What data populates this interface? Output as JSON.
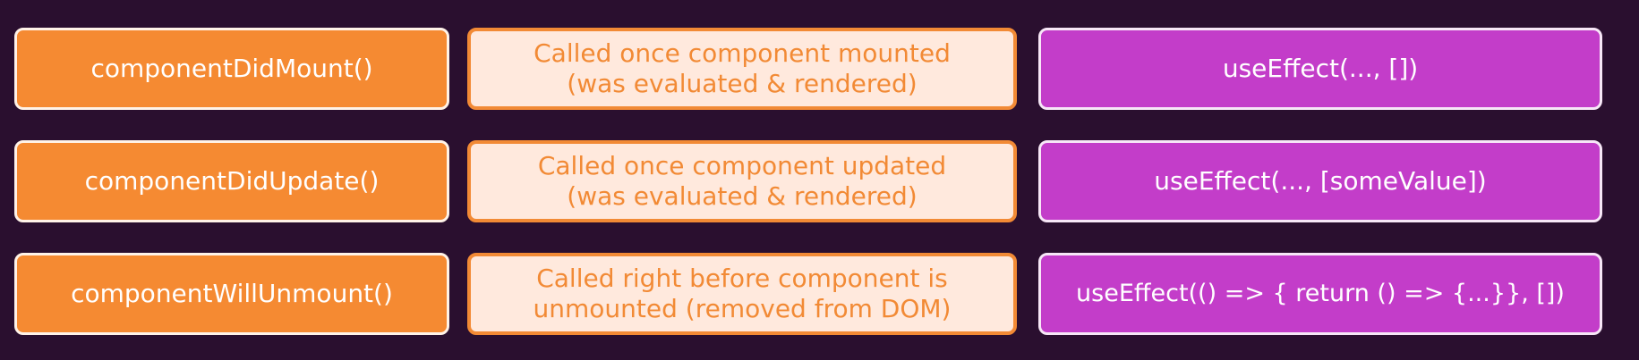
{
  "rows": [
    {
      "lifecycle_method": "componentDidMount()",
      "description": "Called once component mounted\n(was evaluated & rendered)",
      "hook": "useEffect(..., [])"
    },
    {
      "lifecycle_method": "componentDidUpdate()",
      "description": "Called once component updated\n(was evaluated & rendered)",
      "hook": "useEffect(..., [someValue])"
    },
    {
      "lifecycle_method": "componentWillUnmount()",
      "description": "Called right before component is\nunmounted (removed from DOM)",
      "hook": "useEffect(() => { return () => {...}}, [])"
    }
  ],
  "colors": {
    "background": "#2a0f2f",
    "lifecycle_box": "#f58a32",
    "description_box": "#ffe9dd",
    "description_text": "#f28a35",
    "hook_box": "#c33dc9"
  }
}
